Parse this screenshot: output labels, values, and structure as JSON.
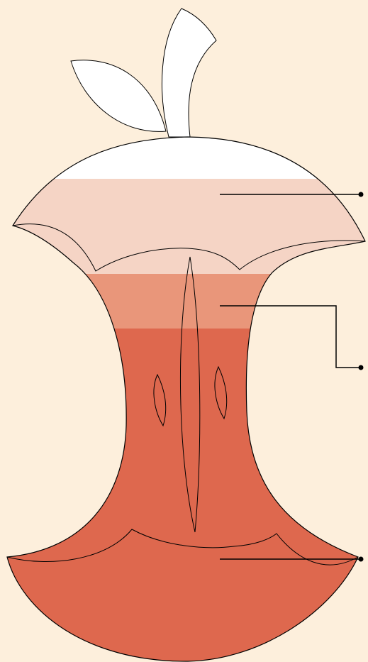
{
  "diagram": {
    "subject": "apple-core",
    "colors": {
      "background": "#FDEFDC",
      "outline": "#000000",
      "white": "#FFFFFF",
      "band_light": "#F5D4C5",
      "band_mid": "#E9967A",
      "band_dark": "#DE684E"
    },
    "callouts": [
      {
        "id": "callout-1",
        "label": ""
      },
      {
        "id": "callout-2",
        "label": ""
      },
      {
        "id": "callout-3",
        "label": ""
      }
    ]
  }
}
